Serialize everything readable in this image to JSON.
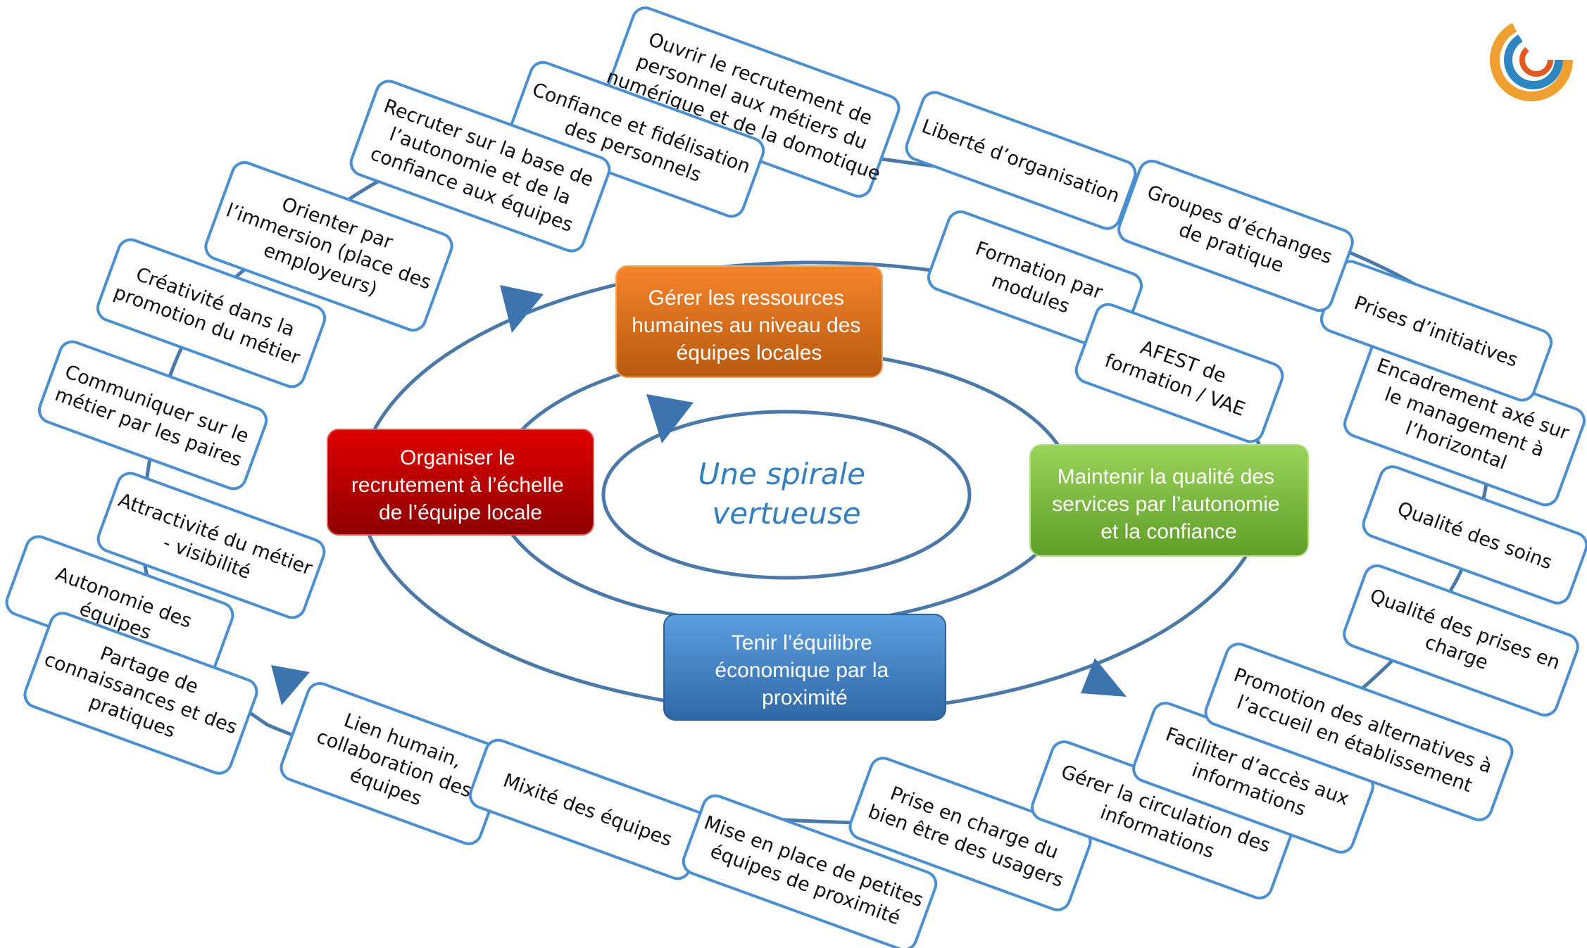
{
  "center": {
    "lines": [
      "Une spirale",
      "vertueuse"
    ]
  },
  "colors": {
    "ring": "#4a78a8",
    "tag_border": "#4a8fd1",
    "orange": "#e7721d",
    "red": "#c00000",
    "green": "#7dbd3e",
    "blue": "#4d8bcb",
    "center_text": "#2f7fc2"
  },
  "hubs": [
    {
      "id": "orange",
      "lines": [
        "Gérer les ressources",
        "humaines au niveau des",
        "équipes locales"
      ]
    },
    {
      "id": "red",
      "lines": [
        "Organiser le",
        "recrutement à l’échelle",
        "de l’équipe locale"
      ]
    },
    {
      "id": "green",
      "lines": [
        "Maintenir la qualité des",
        "services par l’autonomie",
        "et la confiance"
      ]
    },
    {
      "id": "blue",
      "lines": [
        "Tenir l’équilibre",
        "économique par la",
        "proximité"
      ]
    }
  ],
  "tags": [
    {
      "lines": [
        "Ouvrir le recrutement de",
        "personnel aux métiers du",
        "numérique et de la domotique"
      ]
    },
    {
      "lines": [
        "Confiance et fidélisation",
        "des personnels"
      ]
    },
    {
      "lines": [
        "Recruter sur la base de",
        "l’autonomie et de la",
        "confiance aux équipes"
      ]
    },
    {
      "lines": [
        "Orienter par",
        "l’immersion (place des",
        "employeurs)"
      ]
    },
    {
      "lines": [
        "Créativité dans la",
        "promotion du métier"
      ]
    },
    {
      "lines": [
        "Communiquer sur le",
        "métier par les paires"
      ]
    },
    {
      "lines": [
        "Attractivité du métier",
        "- visibilité"
      ]
    },
    {
      "lines": [
        "Autonomie des",
        "équipes"
      ]
    },
    {
      "lines": [
        "Partage de",
        "connaissances et des",
        "pratiques"
      ]
    },
    {
      "lines": [
        "Lien humain,",
        "collaboration des",
        "équipes"
      ]
    },
    {
      "lines": [
        "Mixité des équipes"
      ]
    },
    {
      "lines": [
        "Mise en place de petites",
        "équipes de proximité"
      ]
    },
    {
      "lines": [
        "Prise en charge du",
        "bien être des usagers"
      ]
    },
    {
      "lines": [
        "Gérer la circulation des",
        "informations"
      ]
    },
    {
      "lines": [
        "Faciliter d’accès aux",
        "informations"
      ]
    },
    {
      "lines": [
        "Promotion des alternatives à",
        "l’accueil en établissement"
      ]
    },
    {
      "lines": [
        "Qualité des prises en",
        "charge"
      ]
    },
    {
      "lines": [
        "Qualité des soins"
      ]
    },
    {
      "lines": [
        "Encadrement axé sur",
        "le management à",
        "l’horizontal"
      ]
    },
    {
      "lines": [
        "Prises d’initiatives"
      ]
    },
    {
      "lines": [
        "Groupes d’échanges",
        "de pratique"
      ]
    },
    {
      "lines": [
        "Liberté d’organisation"
      ]
    },
    {
      "lines": [
        "Formation par",
        "modules"
      ]
    },
    {
      "lines": [
        "AFEST de",
        "formation / VAE"
      ]
    }
  ]
}
